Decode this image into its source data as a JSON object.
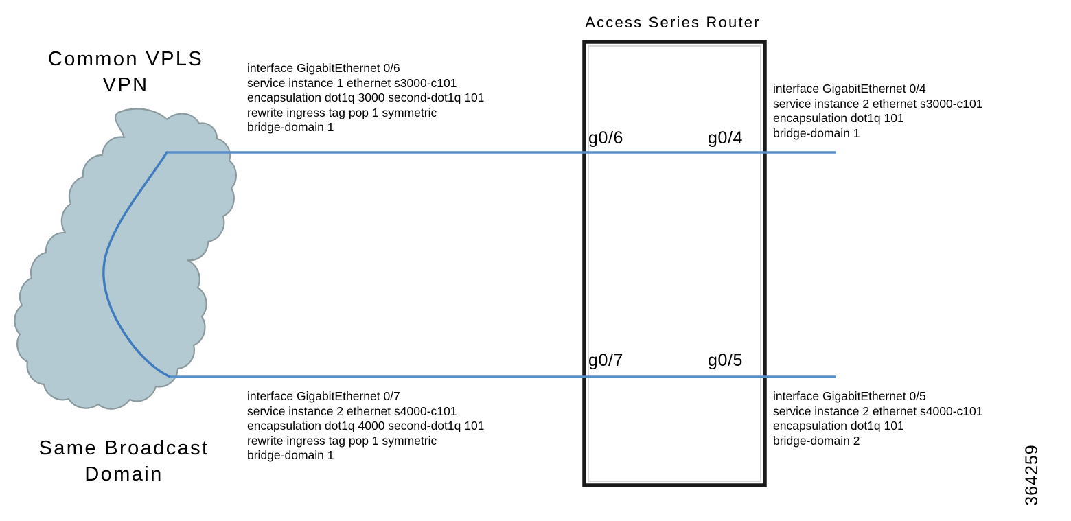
{
  "diagram": {
    "title": "Access Series Router",
    "figure_number": "364259",
    "colors": {
      "cloud_fill": "#b4cad2",
      "cloud_stroke": "#8a9a9e",
      "link_line": "#5b8fc9",
      "router_border": "#1a1a1a",
      "background": "#ffffff",
      "text": "#000000"
    }
  },
  "cloud": {
    "label_top": "Common VPLS\nVPN",
    "label_top_line1": "Common VPLS",
    "label_top_line2": "VPN",
    "label_bottom_line1": "Same Broadcast",
    "label_bottom_line2": "Domain",
    "icon": "network-cloud-icon"
  },
  "router": {
    "title": "Access Series Router",
    "ports": [
      {
        "id": "g06",
        "label": "g0/6",
        "side": "left",
        "position": "top"
      },
      {
        "id": "g04",
        "label": "g0/4",
        "side": "right",
        "position": "top"
      },
      {
        "id": "g07",
        "label": "g0/7",
        "side": "left",
        "position": "bottom"
      },
      {
        "id": "g05",
        "label": "g0/5",
        "side": "right",
        "position": "bottom"
      }
    ]
  },
  "links": [
    {
      "id": "link-top",
      "from": "cloud",
      "to": "router",
      "color": "#5b8fc9"
    },
    {
      "id": "link-bottom",
      "from": "cloud",
      "to": "router",
      "color": "#5b8fc9"
    }
  ],
  "configs": {
    "top_left": {
      "interface_name": "GigabitEthernet 0/6",
      "lines": [
        "interface GigabitEthernet 0/6",
        "service instance 1 ethernet s3000-c101",
        "encapsulation dot1q 3000 second-dot1q 101",
        "rewrite ingress tag pop 1 symmetric",
        "bridge-domain 1"
      ]
    },
    "top_right": {
      "interface_name": "GigabitEthernet 0/4",
      "lines": [
        "interface GigabitEthernet 0/4",
        "service instance 2 ethernet s3000-c101",
        "encapsulation dot1q 101",
        "bridge-domain 1"
      ]
    },
    "bottom_left": {
      "interface_name": "GigabitEthernet 0/7",
      "lines": [
        "interface GigabitEthernet 0/7",
        "service instance 2 ethernet s4000-c101",
        "encapsulation dot1q 4000 second-dot1q 101",
        "rewrite ingress tag pop 1 symmetric",
        "bridge-domain 1"
      ]
    },
    "bottom_right": {
      "interface_name": "GigabitEthernet 0/5",
      "lines": [
        "interface GigabitEthernet 0/5",
        "service instance 2 ethernet s4000-c101",
        "encapsulation dot1q 101",
        "bridge-domain 2"
      ]
    }
  }
}
